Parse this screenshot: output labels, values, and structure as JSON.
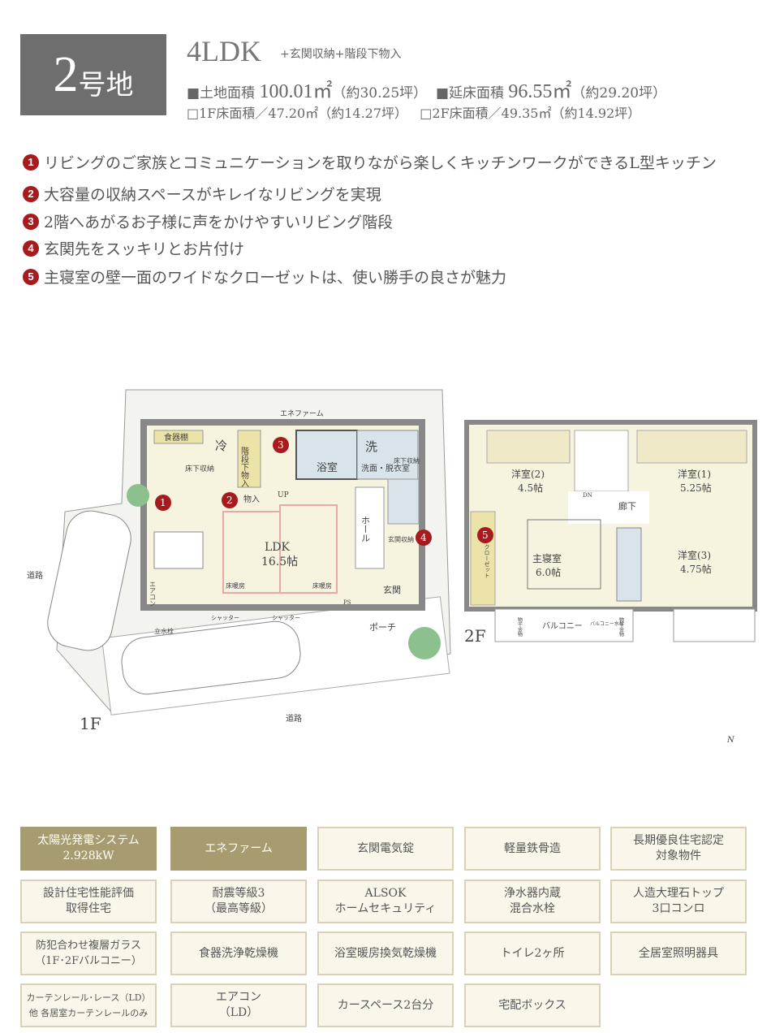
{
  "header": {
    "lot_number": "2",
    "lot_suffix": "号地",
    "layout_type": "4LDK",
    "layout_extra": "+玄関収納+階段下物入",
    "land_area_label": "■土地面積",
    "land_area_value": "100.01㎡",
    "land_area_tsubo": "（約30.25坪）",
    "floor_area_label": "■延床面積",
    "floor_area_value": "96.55㎡",
    "floor_area_tsubo": "（約29.20坪）",
    "f1_area": "□1F床面積／47.20㎡（約14.27坪）",
    "f2_area": "□2F床面積／49.35㎡（約14.92坪）"
  },
  "points": [
    {
      "num": "1",
      "text": "リビングのご家族とコミュニケーションを取りながら楽しくキッチンワークができるL型キッチン"
    },
    {
      "num": "2",
      "text": "大容量の収納スペースがキレイなリビングを実現"
    },
    {
      "num": "3",
      "text": "2階へあがるお子様に声をかけやすいリビング階段"
    },
    {
      "num": "4",
      "text": "玄関先をスッキリとお片付け"
    },
    {
      "num": "5",
      "text": "主寝室の壁一面のワイドなクローゼットは、使い勝手の良さが魅力"
    }
  ],
  "plan1f": {
    "floor": "1F",
    "road1": "道路",
    "road2": "道路",
    "enefarm": "エネファーム",
    "pantry": "食器棚",
    "fridge": "冷",
    "underfloor": "床下収納",
    "stair_storage": "階段下物入",
    "storage": "物入",
    "up": "UP",
    "bath": "浴室",
    "wash": "洗",
    "washroom": "洗面・脱衣室",
    "underfloor2": "床下収納",
    "ldk": "LDK",
    "ldk_size": "16.5帖",
    "floor_heat1": "床暖房",
    "floor_heat2": "床暖房",
    "hall": "ホール",
    "entry_storage": "玄関収納",
    "entrance": "玄関",
    "ac": "エアコン",
    "ps": "PS",
    "porch": "ポーチ",
    "shutter1": "シャッター",
    "shutter2": "シャッター",
    "faucet": "立水栓"
  },
  "plan2f": {
    "floor": "2F",
    "room2": "洋室(2)",
    "room2_size": "4.5帖",
    "room1": "洋室(1)",
    "room1_size": "5.25帖",
    "corridor": "廊下",
    "dn": "DN",
    "master": "主寝室",
    "master_size": "6.0帖",
    "room3": "洋室(3)",
    "room3_size": "4.75帖",
    "closet": "クローゼット",
    "balcony": "バルコニー",
    "balcony_faucet": "バルコニー水栓",
    "dry1": "物干金物",
    "dry2": "物干金物"
  },
  "compass": "N",
  "features": [
    {
      "label": "太陽光発電システム\n2.928kW",
      "highlight": true
    },
    {
      "label": "エネファーム",
      "highlight": true
    },
    {
      "label": "玄関電気錠"
    },
    {
      "label": "軽量鉄骨造"
    },
    {
      "label": "長期優良住宅認定\n対象物件"
    },
    {
      "label": "設計住宅性能評価\n取得住宅"
    },
    {
      "label": "耐震等級3\n（最高等級）"
    },
    {
      "label": "ALSOK\nホームセキュリティ"
    },
    {
      "label": "浄水器内蔵\n混合水栓"
    },
    {
      "label": "人造大理石トップ\n3口コンロ"
    },
    {
      "label": "防犯合わせ複層ガラス\n（1F･2Fバルコニー）"
    },
    {
      "label": "食器洗浄乾燥機"
    },
    {
      "label": "浴室暖房換気乾燥機"
    },
    {
      "label": "トイレ2ヶ所"
    },
    {
      "label": "全居室照明器具"
    },
    {
      "label": "カーテンレール･レース（LD）\n他 各居室カーテンレールのみ"
    },
    {
      "label": "エアコン\n（LD）"
    },
    {
      "label": "カースペース2台分"
    },
    {
      "label": "宅配ボックス"
    }
  ]
}
